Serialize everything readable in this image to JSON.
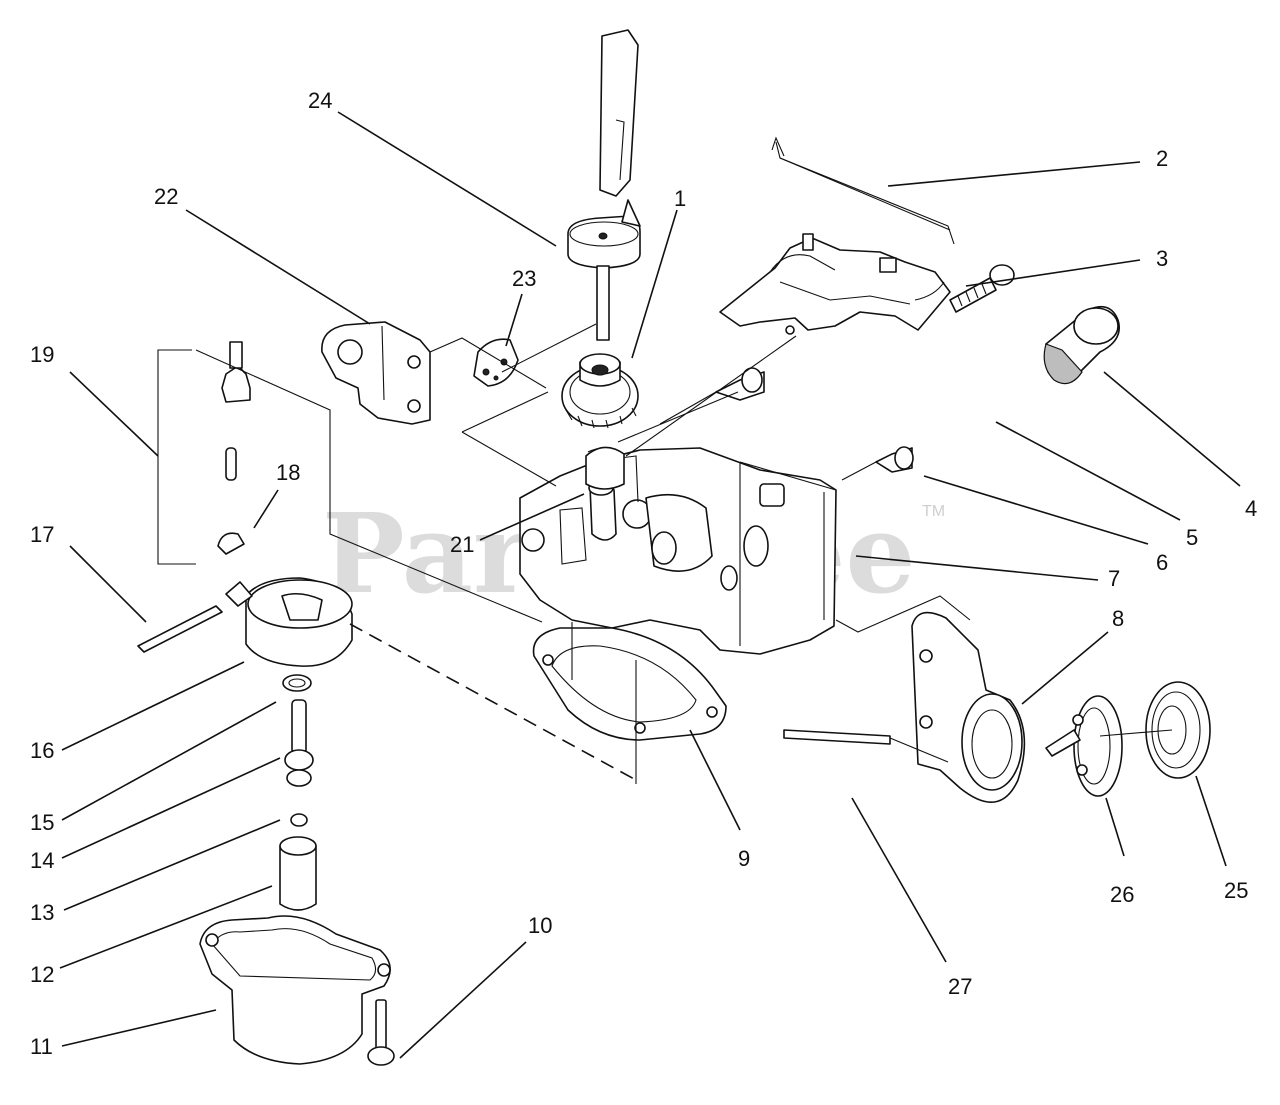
{
  "watermark": {
    "text": "PartsTree",
    "trademark": "TM"
  },
  "part_labels": {
    "p1": "1",
    "p2": "2",
    "p3": "3",
    "p4": "4",
    "p5": "5",
    "p6": "6",
    "p7": "7",
    "p8": "8",
    "p9": "9",
    "p10": "10",
    "p11": "11",
    "p12": "12",
    "p13": "13",
    "p14": "14",
    "p15": "15",
    "p16": "16",
    "p17": "17",
    "p18": "18",
    "p19": "19",
    "p21": "21",
    "p22": "22",
    "p23": "23",
    "p24": "24",
    "p25": "25",
    "p26": "26",
    "p27": "27"
  }
}
